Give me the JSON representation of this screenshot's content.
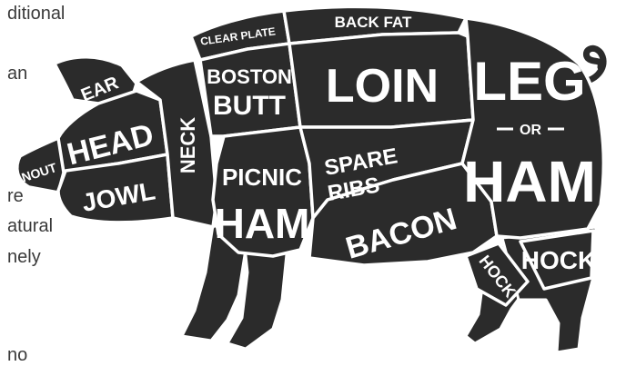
{
  "background_text": [
    "ditional",
    "an",
    "re",
    "atural",
    "nely",
    "no"
  ],
  "cuts": {
    "ear": "EAR",
    "head": "HEAD",
    "snout": "SNOUT",
    "jowl": "JOWL",
    "neck": "NECK",
    "clear_plate": "CLEAR PLATE",
    "back_fat": "BACK FAT",
    "boston_butt_1": "BOSTON",
    "boston_butt_2": "BUTT",
    "loin": "LOIN",
    "picnic_ham_1": "PICNIC",
    "picnic_ham_2": "HAM",
    "spare_ribs_1": "SPARE",
    "spare_ribs_2": "RIBS",
    "bacon": "BACON",
    "leg_1": "LEG",
    "leg_or": "OR",
    "leg_2": "HAM",
    "hock_front": "HOCK",
    "hock_back": "HOCK"
  },
  "colors": {
    "body": "#2b2b2b",
    "lines": "#ffffff",
    "text": "#3a3a3a"
  }
}
